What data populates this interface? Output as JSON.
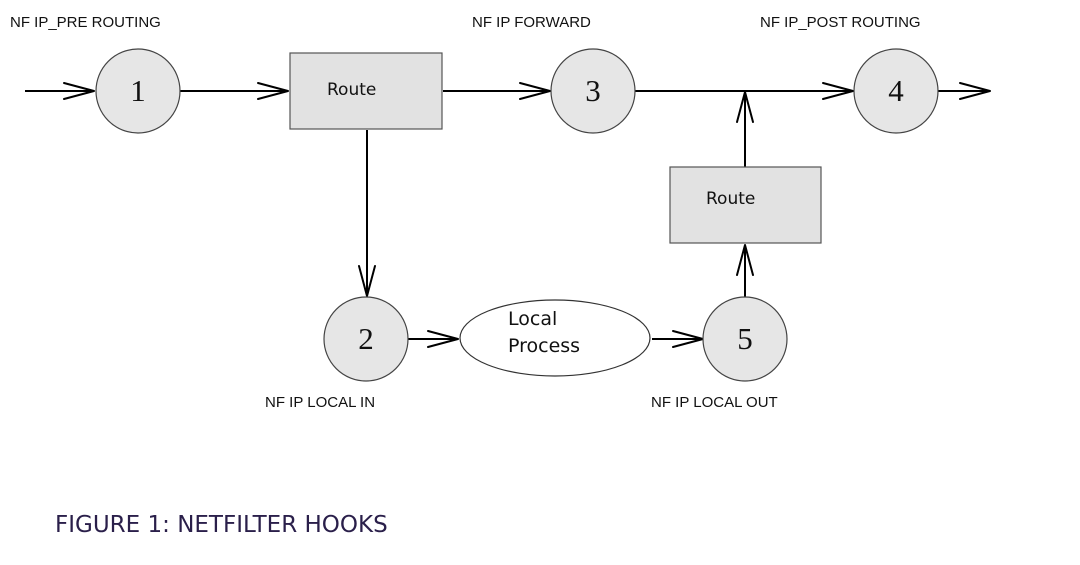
{
  "hooks": {
    "pre_routing": {
      "label": "NF IP_PRE ROUTING",
      "number": "1"
    },
    "local_in": {
      "label": "NF IP LOCAL IN",
      "number": "2"
    },
    "forward": {
      "label": "NF IP FORWARD",
      "number": "3"
    },
    "post_routing": {
      "label": "NF IP_POST ROUTING",
      "number": "4"
    },
    "local_out": {
      "label": "NF IP LOCAL OUT",
      "number": "5"
    }
  },
  "route_boxes": {
    "input": "Route",
    "output": "Route"
  },
  "local_process": {
    "line1": "Local",
    "line2": "Process"
  },
  "caption": "FIGURE 1: NETFILTER HOOKS",
  "colors": {
    "circle_fill": "#e6e6e6",
    "box_fill": "#e2e2e2",
    "caption_text": "#2a1f4a"
  }
}
